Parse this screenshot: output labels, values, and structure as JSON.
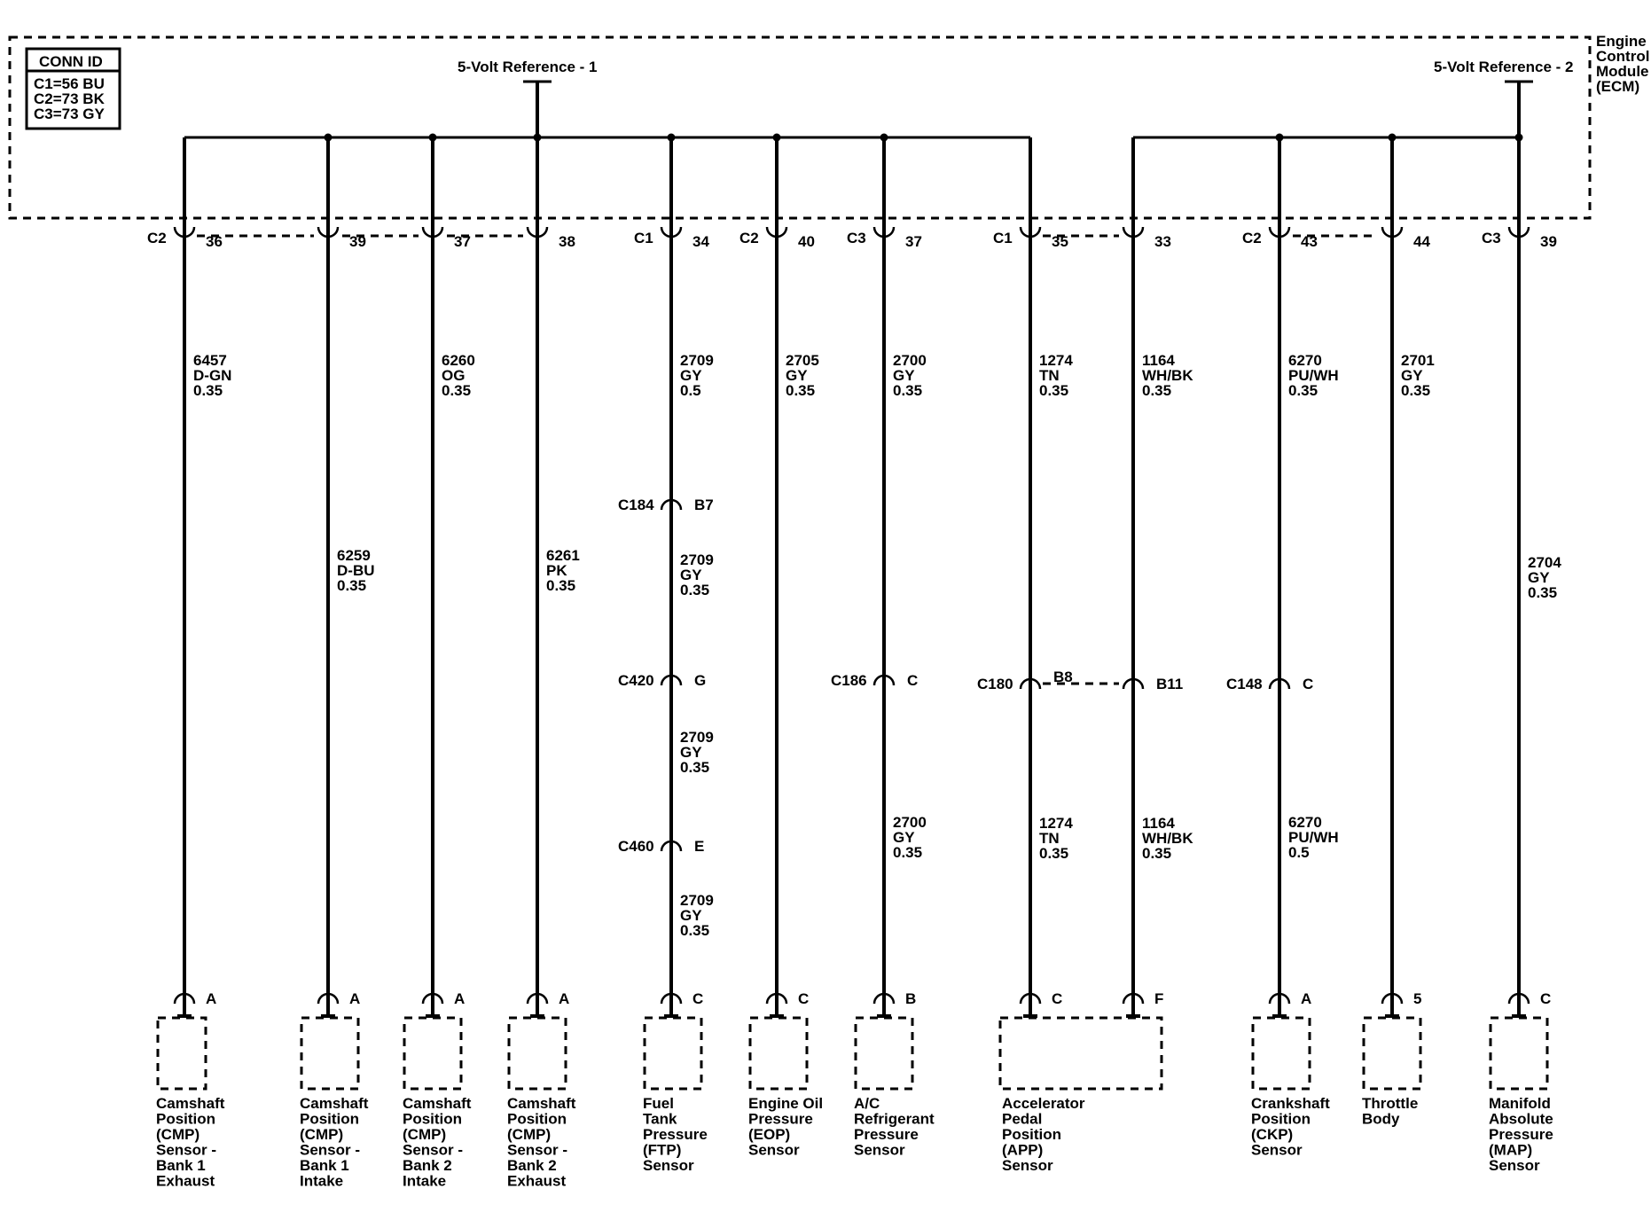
{
  "module": {
    "name_lines": [
      "Engine",
      "Control",
      "Module",
      "(ECM)"
    ],
    "conn_id": {
      "title": "CONN ID",
      "lines": [
        "C1=56 BU",
        "C2=73 BK",
        "C3=73 GY"
      ]
    },
    "ref1_label": "5-Volt Reference - 1",
    "ref2_label": "5-Volt Reference - 2"
  },
  "circuits": [
    {
      "connector": "C2",
      "pin": "36",
      "segments": [
        [
          "6457",
          "D-GN",
          "0.35"
        ]
      ],
      "inline": [],
      "sensor_pin": "A",
      "sensor": [
        "Camshaft",
        "Position",
        "(CMP)",
        "Sensor -",
        "Bank 1",
        "Exhaust"
      ]
    },
    {
      "connector": "",
      "pin": "39",
      "segments": [
        [
          "6259",
          "D-BU",
          "0.35"
        ]
      ],
      "inline": [],
      "sensor_pin": "A",
      "sensor": [
        "Camshaft",
        "Position",
        "(CMP)",
        "Sensor -",
        "Bank 1",
        "Intake"
      ]
    },
    {
      "connector": "",
      "pin": "37",
      "segments": [
        [
          "6260",
          "OG",
          "0.35"
        ]
      ],
      "inline": [],
      "sensor_pin": "A",
      "sensor": [
        "Camshaft",
        "Position",
        "(CMP)",
        "Sensor -",
        "Bank 2",
        "Intake"
      ]
    },
    {
      "connector": "",
      "pin": "38",
      "segments": [
        [
          "6261",
          "PK",
          "0.35"
        ]
      ],
      "inline": [],
      "sensor_pin": "A",
      "sensor": [
        "Camshaft",
        "Position",
        "(CMP)",
        "Sensor -",
        "Bank 2",
        "Exhaust"
      ]
    },
    {
      "connector": "C1",
      "pin": "34",
      "segments": [
        [
          "2709",
          "GY",
          "0.5"
        ],
        [
          "2709",
          "GY",
          "0.35"
        ],
        [
          "2709",
          "GY",
          "0.35"
        ],
        [
          "2709",
          "GY",
          "0.35"
        ]
      ],
      "inline": [
        [
          "C184",
          "B7"
        ],
        [
          "C420",
          "G"
        ],
        [
          "C460",
          "E"
        ]
      ],
      "sensor_pin": "C",
      "sensor": [
        "Fuel",
        "Tank",
        "Pressure",
        "(FTP)",
        "Sensor"
      ]
    },
    {
      "connector": "C2",
      "pin": "40",
      "segments": [
        [
          "2705",
          "GY",
          "0.35"
        ]
      ],
      "inline": [],
      "sensor_pin": "C",
      "sensor": [
        "Engine Oil",
        "Pressure",
        "(EOP)",
        "Sensor"
      ]
    },
    {
      "connector": "C3",
      "pin": "37",
      "segments": [
        [
          "2700",
          "GY",
          "0.35"
        ],
        [
          "2700",
          "GY",
          "0.35"
        ]
      ],
      "inline": [
        [
          "C186",
          "C"
        ]
      ],
      "sensor_pin": "B",
      "sensor": [
        "A/C",
        "Refrigerant",
        "Pressure",
        "Sensor"
      ]
    },
    {
      "connector": "C1",
      "pin": "35",
      "segments": [
        [
          "1274",
          "TN",
          "0.35"
        ],
        [
          "1274",
          "TN",
          "0.35"
        ]
      ],
      "inline": [
        [
          "C180",
          "B8"
        ]
      ],
      "sensor_pin": "C",
      "sensor": [
        "Accelerator",
        "Pedal",
        "Position",
        "(APP)",
        "Sensor"
      ]
    },
    {
      "connector": "",
      "pin": "33",
      "segments": [
        [
          "1164",
          "WH/BK",
          "0.35"
        ],
        [
          "1164",
          "WH/BK",
          "0.35"
        ]
      ],
      "inline": [
        [
          "",
          "B11"
        ]
      ],
      "sensor_pin": "F",
      "sensor": []
    },
    {
      "connector": "C2",
      "pin": "43",
      "segments": [
        [
          "6270",
          "PU/WH",
          "0.35"
        ],
        [
          "6270",
          "PU/WH",
          "0.5"
        ]
      ],
      "inline": [
        [
          "C148",
          "C"
        ]
      ],
      "sensor_pin": "A",
      "sensor": [
        "Crankshaft",
        "Position",
        "(CKP)",
        "Sensor"
      ]
    },
    {
      "connector": "",
      "pin": "44",
      "segments": [
        [
          "2701",
          "GY",
          "0.35"
        ]
      ],
      "inline": [],
      "sensor_pin": "5",
      "sensor": [
        "Throttle",
        "Body"
      ]
    },
    {
      "connector": "C3",
      "pin": "39",
      "segments": [
        [
          "2704",
          "GY",
          "0.35"
        ]
      ],
      "inline": [],
      "sensor_pin": "C",
      "sensor": [
        "Manifold",
        "Absolute",
        "Pressure",
        "(MAP)",
        "Sensor"
      ]
    }
  ]
}
